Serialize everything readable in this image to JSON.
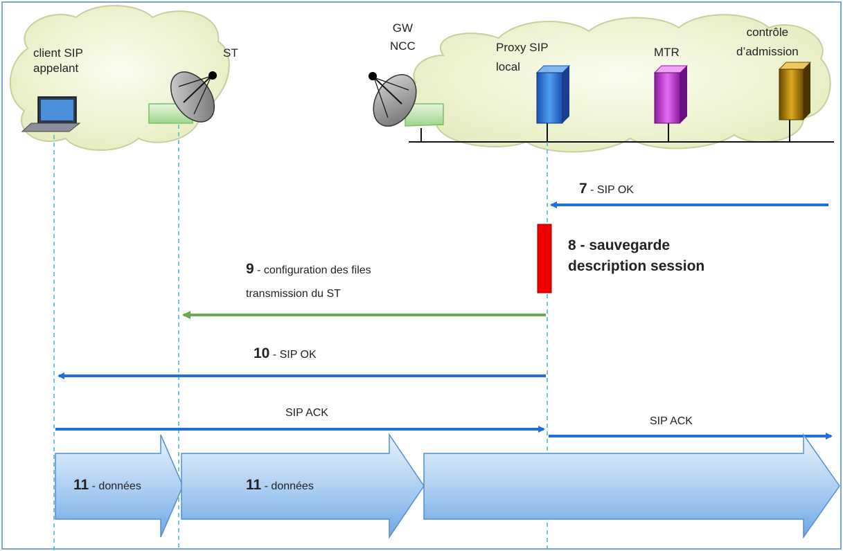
{
  "nodes": {
    "caller_client": {
      "label_line1": "client SIP",
      "label_line2": "appelant"
    },
    "st": {
      "label": "ST"
    },
    "gw_ncc": {
      "label_line1": "GW",
      "label_line2": "NCC"
    },
    "proxy_sip": {
      "label_line1": "Proxy SIP",
      "label_line2": "local"
    },
    "mtr": {
      "label": "MTR"
    },
    "admission": {
      "label_line1": "contrôle",
      "label_line2": "d’admission"
    }
  },
  "messages": [
    {
      "step": "7",
      "text": "SIP OK",
      "color": "#1f6fe0"
    },
    {
      "step": "8",
      "text_bold": "sauvegarde",
      "text_line2": "description session",
      "color": "#ee0000"
    },
    {
      "step": "9",
      "text": "configuration des files",
      "text_line2": "transmission du ST",
      "color": "#6aa84f"
    },
    {
      "step": "10",
      "text": "SIP OK",
      "color": "#1f6fe0"
    },
    {
      "step": "",
      "text": "SIP ACK",
      "color": "#1f6fe0"
    },
    {
      "step": "",
      "text": "SIP ACK",
      "color": "#1f6fe0"
    }
  ],
  "data_arrows": [
    {
      "step": "11",
      "text": "données"
    },
    {
      "step": "11",
      "text": "données"
    }
  ],
  "separator": " - ",
  "colors": {
    "frame": "#7aa6d6",
    "lifeline": "#3fb8d8",
    "cloud_fill": "#f0f4d4",
    "cloud_stroke": "#c9cf9c",
    "blue_arrow": "#1f6fe0",
    "green_arrow": "#6aa84f",
    "red_box": "#ee0000"
  }
}
